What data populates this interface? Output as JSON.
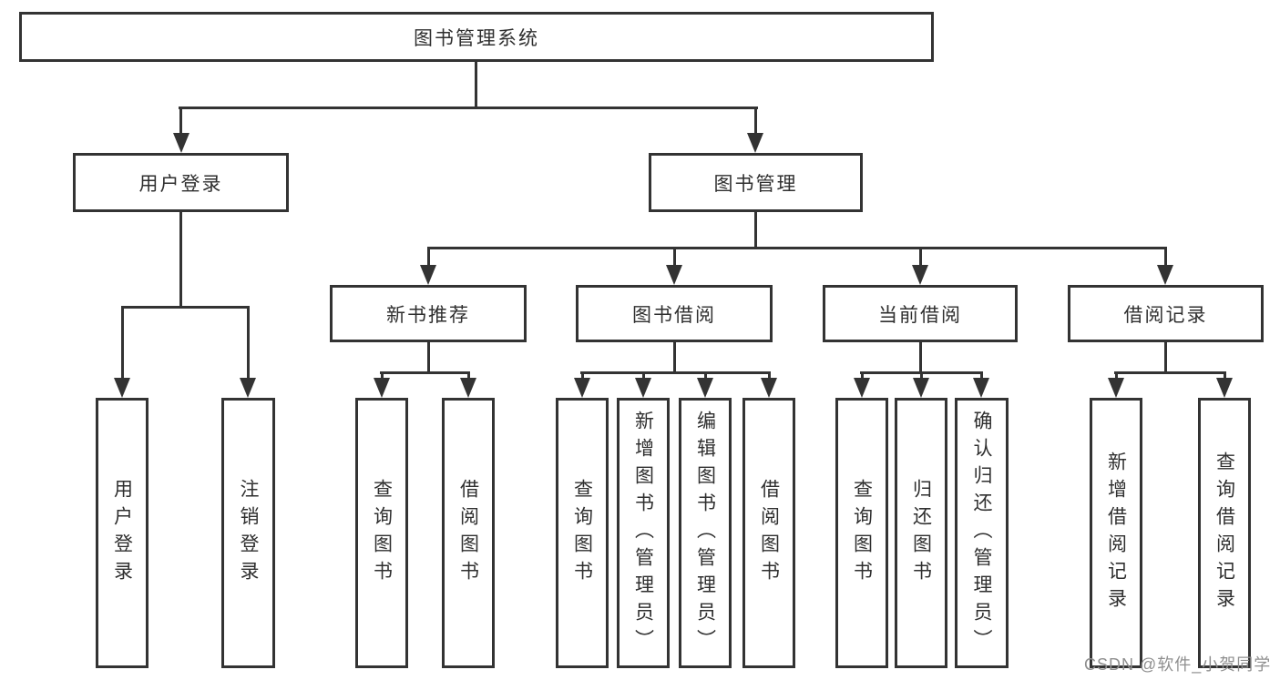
{
  "diagram": {
    "root": {
      "label": "图书管理系统"
    },
    "level2": [
      {
        "label": "用户登录"
      },
      {
        "label": "图书管理"
      }
    ],
    "level3": [
      {
        "label": "新书推荐"
      },
      {
        "label": "图书借阅"
      },
      {
        "label": "当前借阅"
      },
      {
        "label": "借阅记录"
      }
    ],
    "leaves": {
      "user_login": [
        {
          "label": "用户登录"
        },
        {
          "label": "注销登录"
        }
      ],
      "new_book": [
        {
          "label": "查询图书"
        },
        {
          "label": "借阅图书"
        }
      ],
      "book_borrow": [
        {
          "label": "查询图书"
        },
        {
          "label": "新增图书（管理员）"
        },
        {
          "label": "编辑图书（管理员）"
        },
        {
          "label": "借阅图书"
        }
      ],
      "current_borrow": [
        {
          "label": "查询图书"
        },
        {
          "label": "归还图书"
        },
        {
          "label": "确认归还（管理员）"
        }
      ],
      "borrow_records": [
        {
          "label": "新增借阅记录"
        },
        {
          "label": "查询借阅记录"
        }
      ]
    },
    "colors": {
      "line": "#333333",
      "text": "#2f2f2f",
      "background": "#ffffff",
      "watermark": "#8f8f8f"
    }
  },
  "watermark": {
    "text": "CSDN @软件_小贺同学"
  }
}
